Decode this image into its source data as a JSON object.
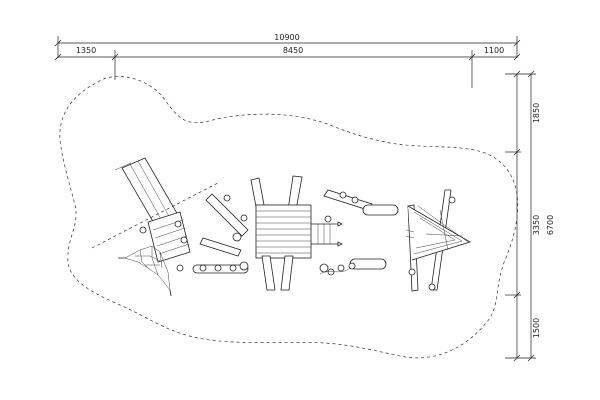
{
  "dimensions": {
    "overall_width": "10900",
    "left_offset": "1350",
    "middle_width": "8450",
    "right_offset": "1100",
    "top_depth": "1850",
    "middle_depth": "3350",
    "bottom_depth": "1500",
    "overall_depth": "6700"
  }
}
